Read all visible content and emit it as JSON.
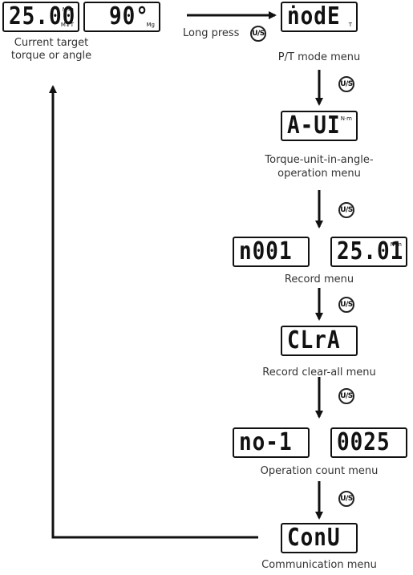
{
  "current": {
    "display_torque": "25.00",
    "display_torque_unit": "N·m",
    "display_torque_sub": "M↕T",
    "display_angle": "90°",
    "display_angle_unit": "Mg",
    "label_line1": "Current target",
    "label_line2": "torque or angle"
  },
  "long_press": {
    "label": "Long press",
    "button": "U/S"
  },
  "mode_menu": {
    "display": "ṅodE",
    "sub": "T",
    "label": "P/T mode menu"
  },
  "unit_menu": {
    "display": "A-UI",
    "unit": "N·m",
    "label_line1": "Torque-unit-in-angle-",
    "label_line2": "operation menu"
  },
  "record_menu": {
    "display_left": "n001",
    "display_right": "25.01",
    "unit": "N·m",
    "label": "Record menu"
  },
  "clear_menu": {
    "display": "CLrA",
    "label": "Record clear-all menu"
  },
  "count_menu": {
    "display_left": "no-1",
    "display_right": "0025",
    "label": "Operation count menu"
  },
  "comm_menu": {
    "display": "ConU",
    "label": "Communication menu"
  },
  "step_button": "U/S"
}
